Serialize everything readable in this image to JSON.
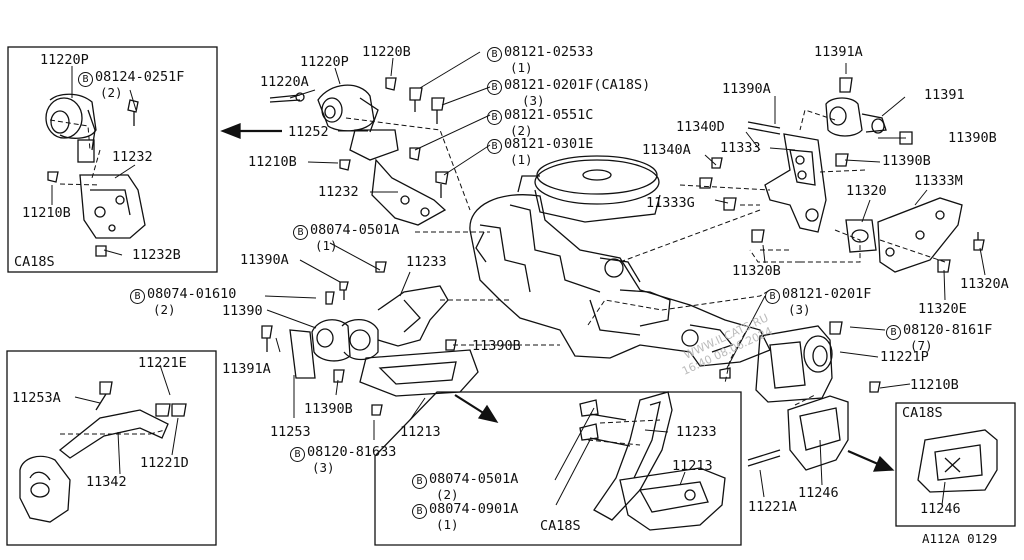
{
  "labels": {
    "p11220P_inset": "11220P",
    "b08124_0251F": "08124-0251F",
    "q2_a": "(2)",
    "p11232_inset": "11232",
    "p11210B_inset": "11210B",
    "p11232B": "11232B",
    "ca18s_inset1": "CA18S",
    "p11220P": "11220P",
    "p11220B": "11220B",
    "p11220A": "11220A",
    "b08121_02533": "08121-02533",
    "q1_a": "(1)",
    "b08121_0201F_ca": "08121-0201F(CA18S)",
    "q3_a": "(3)",
    "b08121_0551C": "08121-0551C",
    "q2_b": "(2)",
    "p11252": "11252",
    "b08121_0301E": "08121-0301E",
    "q1_b": "(1)",
    "p11210B_main": "11210B",
    "p11232_main": "11232",
    "b08074_0501A_main": "08074-0501A",
    "q1_c": "(1)",
    "p11390A_left": "11390A",
    "p11233_main": "11233",
    "b08074_01610": "08074-01610",
    "q2_c": "(2)",
    "p11390": "11390",
    "p11391A": "11391A",
    "p11390B_left": "11390B",
    "p11390B_lower": "11390B",
    "p11253": "11253",
    "p11213_main": "11213",
    "b08120_81633": "08120-81633",
    "q3_b": "(3)",
    "p11391A_top": "11391A",
    "p11391": "11391",
    "p11390A_right": "11390A",
    "p11340D": "11340D",
    "p11390B_right": "11390B",
    "p11333": "11333",
    "p11390B_r2": "11390B",
    "p11340A": "11340A",
    "p11320": "11320",
    "p11333M": "11333M",
    "p11333G": "11333G",
    "p11320B": "11320B",
    "p11320A": "11320A",
    "p11320E": "11320E",
    "b08121_0201F": "08121-0201F",
    "q3_c": "(3)",
    "b08120_8161F": "08120-8161F",
    "q7": "(7)",
    "p11221P": "11221P",
    "p11210B_right": "11210B",
    "p11246_main": "11246",
    "p11221A": "11221A",
    "ca18s_inset3": "CA18S",
    "p11246_inset": "11246",
    "p11221E": "11221E",
    "p11253A": "11253A",
    "p11221D": "11221D",
    "p11342": "11342",
    "p11233_inset": "11233",
    "p11213_inset": "11213",
    "b08074_0501A_inset": "08074-0501A",
    "q2_d": "(2)",
    "b08074_0901A": "08074-0901A",
    "q1_d": "(1)",
    "ca18s_inset2": "CA18S",
    "ref_code": "A112A 0129",
    "bolt_symbol": "B"
  },
  "watermark": {
    "site": "WWW.ILCATS.RU",
    "time": "16:40 08.06.2024"
  }
}
